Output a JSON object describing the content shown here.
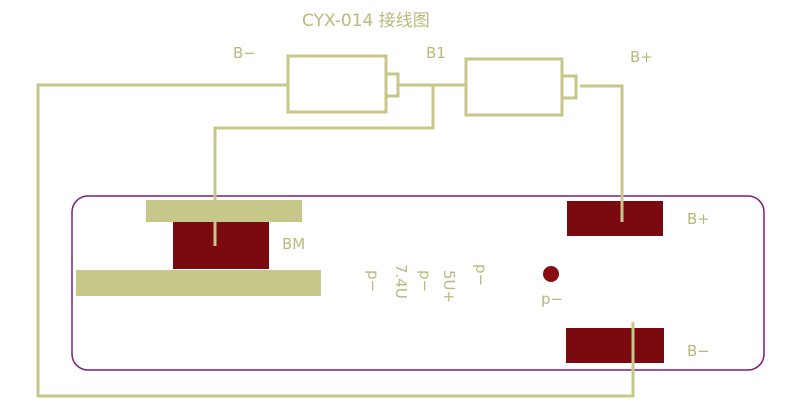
{
  "title": "CYX-014 接线图",
  "batteries": {
    "b_minus_label": "B−",
    "b1_label": "B1",
    "b_plus_label": "B+"
  },
  "board": {
    "bm_label": "BM",
    "b_plus_pad_label": "B+",
    "b_minus_pad_label": "B−",
    "p_minus_hole_label": "p−",
    "rotated_texts": [
      "p−",
      "5U+",
      "p−",
      "7.4U",
      "p−"
    ]
  },
  "colors": {
    "wire": "#c7c78a",
    "pad_dark": "#7a0a10",
    "board_outline": "#7b1f7b",
    "hole": "#8b0b12",
    "text": "#b9b97c"
  }
}
